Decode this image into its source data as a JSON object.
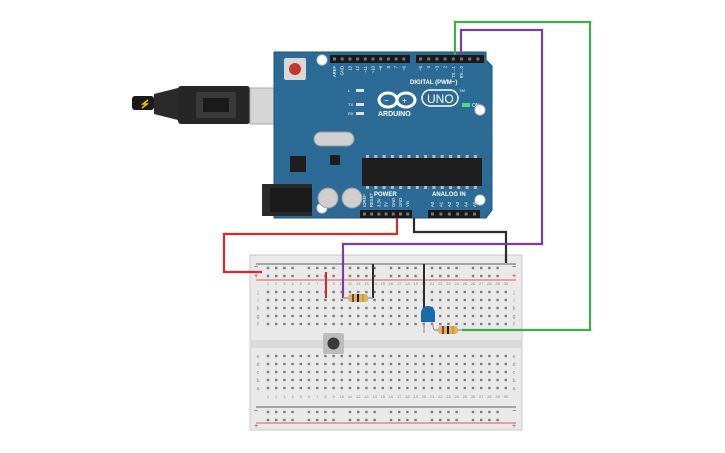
{
  "board": {
    "brand": "ARDUINO",
    "model": "UNO",
    "tm": "TM",
    "on_label": "ON",
    "digital_label": "DIGITAL (PWM~)",
    "power_label": "POWER",
    "analog_label": "ANALOG IN",
    "led_labels": [
      "L",
      "TX",
      "RX"
    ],
    "digital_pins": [
      "AREF",
      "GND",
      "13",
      "12",
      "~11",
      "~10",
      "~9",
      "8",
      "7",
      "~6",
      "~5",
      "4",
      "~3",
      "2",
      "TX→1",
      "RX←0"
    ],
    "power_pins": [
      "IOREF",
      "RESET",
      "3.3V",
      "5V",
      "GND",
      "GND",
      "Vin"
    ],
    "analog_pins": [
      "A0",
      "A1",
      "A2",
      "A3",
      "A4",
      "A5"
    ]
  },
  "breadboard": {
    "columns": 30,
    "rows_top": [
      "j",
      "i",
      "h",
      "g",
      "f"
    ],
    "rows_bottom": [
      "e",
      "d",
      "c",
      "b",
      "a"
    ],
    "rail_minus": "−",
    "rail_plus": "+"
  },
  "wires": {
    "red": "#d52b2b",
    "black": "#2b2b2b",
    "purple": "#7a3f9d",
    "green": "#3fae49"
  },
  "components": {
    "led_color": "#1d6aa8",
    "resistor_body": "#d8b26e",
    "button_color": "#3a3a3a"
  }
}
